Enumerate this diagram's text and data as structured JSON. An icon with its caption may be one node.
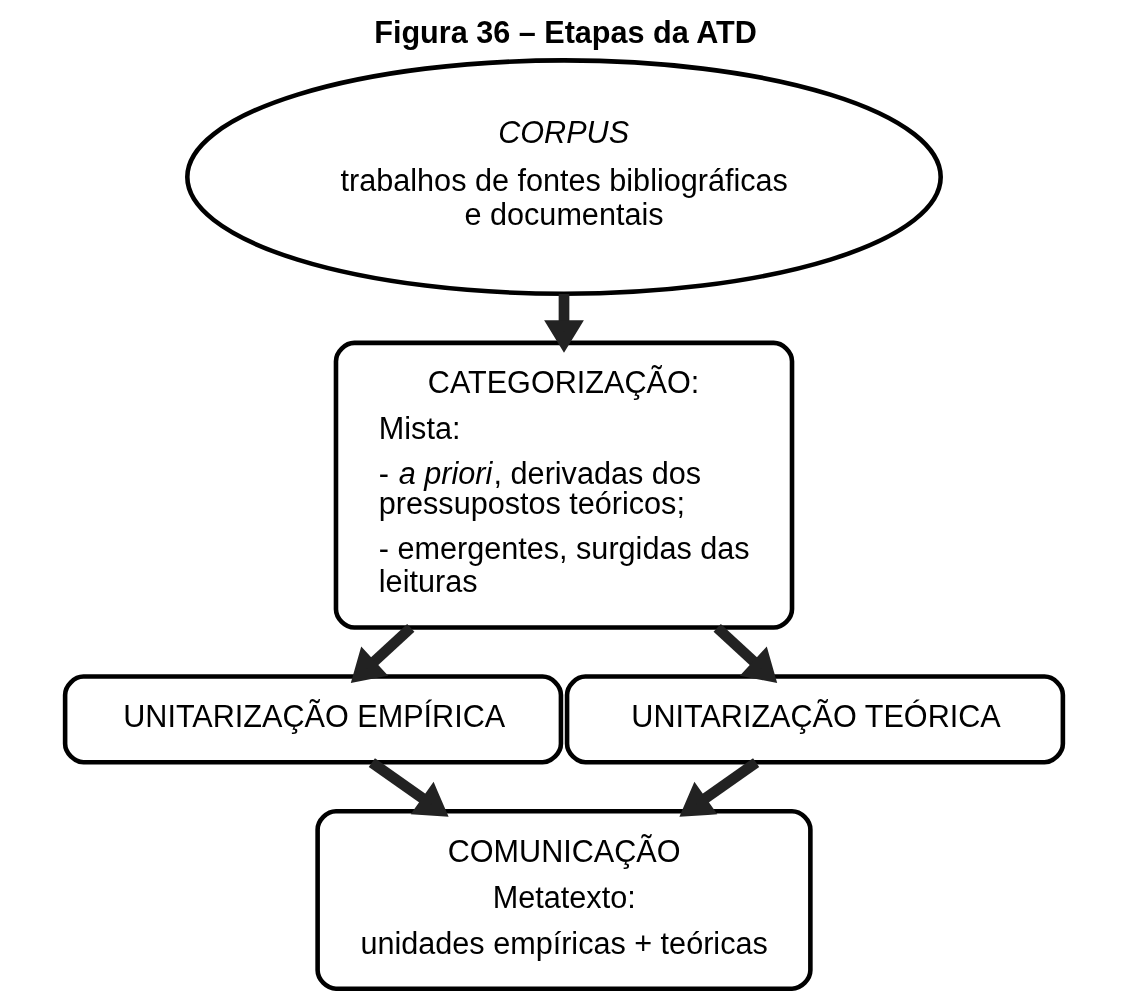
{
  "diagram": {
    "title": "Figura 36 – Etapas da ATD",
    "nodes": [
      {
        "text": [
          "CORPUS",
          "trabalhos de fontes bibliográficas e documentais"
        ]
      },
      {
        "text": [
          "CATEGORIZAÇÃO:",
          "Mista:",
          "- *a priori*, derivadas dos pressupostos teóricos;",
          "- emergentes, surgidas das leituras"
        ]
      },
      {
        "text": [
          "UNITARIZAÇÃO EMPÍRICA"
        ]
      },
      {
        "text": [
          "UNITARIZAÇÃO TEÓRICA"
        ]
      },
      {
        "text": [
          "COMUNICAÇÃO",
          "Metatexto:",
          "unidades empíricas + teóricas"
        ]
      }
    ],
    "edges": [
      {
        "from": 0,
        "to": 1,
        "arrow": "to"
      },
      {
        "from": 1,
        "to": 2,
        "arrow": "to"
      },
      {
        "from": 1,
        "to": 3,
        "arrow": "to"
      },
      {
        "from": 2,
        "to": 4,
        "arrow": "to"
      },
      {
        "from": 3,
        "to": 4,
        "arrow": "to"
      }
    ]
  }
}
